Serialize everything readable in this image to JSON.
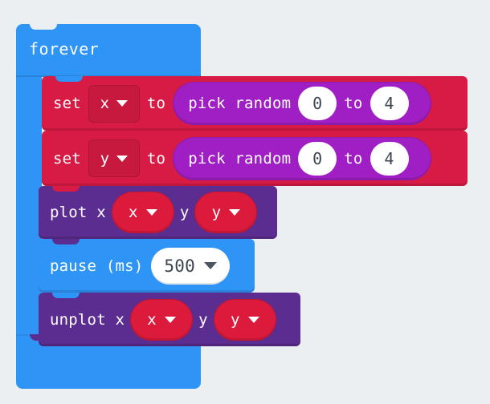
{
  "workspace": {
    "background_color": "#ECEFF1",
    "grid_mark": "plus-grid-mark",
    "grid_color": "#DDE2E4"
  },
  "program": {
    "forever": {
      "label": "forever",
      "color": "#2E94F5"
    },
    "statements": [
      {
        "name": "set-x",
        "color": "#D81B44",
        "label": "set",
        "variable": "x",
        "connector": "to",
        "value": {
          "name": "pick-random",
          "color": "#A01FC4",
          "label": "pick random",
          "min": "0",
          "connector": "to",
          "max": "4"
        }
      },
      {
        "name": "set-y",
        "color": "#D81B44",
        "label": "set",
        "variable": "y",
        "connector": "to",
        "value": {
          "name": "pick-random",
          "color": "#A01FC4",
          "label": "pick random",
          "min": "0",
          "connector": "to",
          "max": "4"
        }
      },
      {
        "name": "plot",
        "color": "#5C2D91",
        "label": "plot x",
        "arg_x": "x",
        "label_y": "y",
        "arg_y": "y"
      },
      {
        "name": "pause",
        "color": "#2E94F5",
        "label": "pause (ms)",
        "duration": "500"
      },
      {
        "name": "unplot",
        "color": "#5C2D91",
        "label": "unplot x",
        "arg_x": "x",
        "label_y": "y",
        "arg_y": "y"
      }
    ]
  },
  "icons": {
    "caret": "chevron-down-icon"
  }
}
